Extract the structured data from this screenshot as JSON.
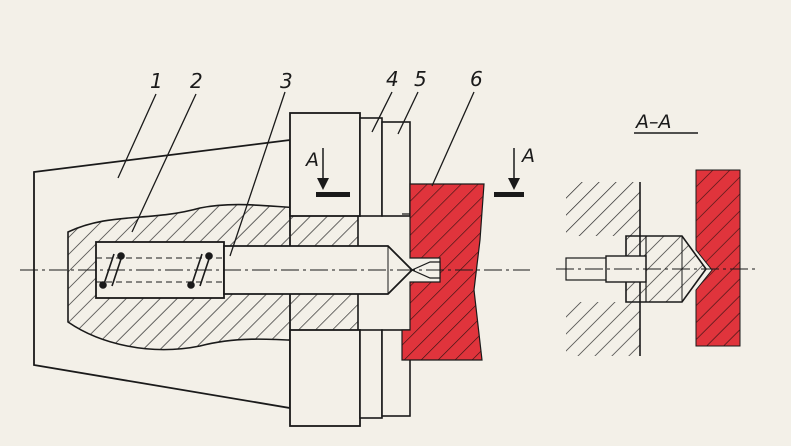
{
  "part_labels": [
    "1",
    "2",
    "3",
    "4",
    "5",
    "6"
  ],
  "cut_marker": {
    "left": "A",
    "right": "A"
  },
  "section_title": "A–A",
  "colors": {
    "paper": "#f3f0e8",
    "ink": "#1a1a1a",
    "red_part": "#e0343c",
    "hatch": "#2a2a2a"
  }
}
